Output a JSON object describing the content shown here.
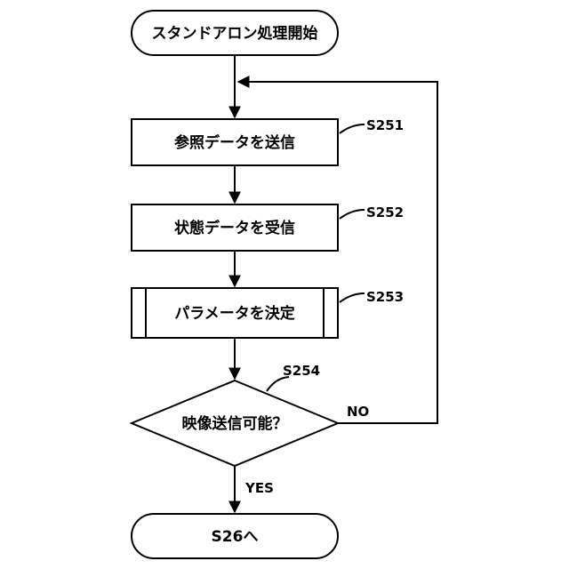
{
  "flowchart": {
    "start": "スタンドアロン処理開始",
    "step1": "参照データを送信",
    "step2": "状態データを受信",
    "step3": "パラメータを決定",
    "decision": "映像送信可能？",
    "end": "S26へ",
    "ref1": "S251",
    "ref2": "S252",
    "ref3": "S253",
    "ref4": "S254",
    "yes_label": "YES",
    "no_label": "NO"
  }
}
